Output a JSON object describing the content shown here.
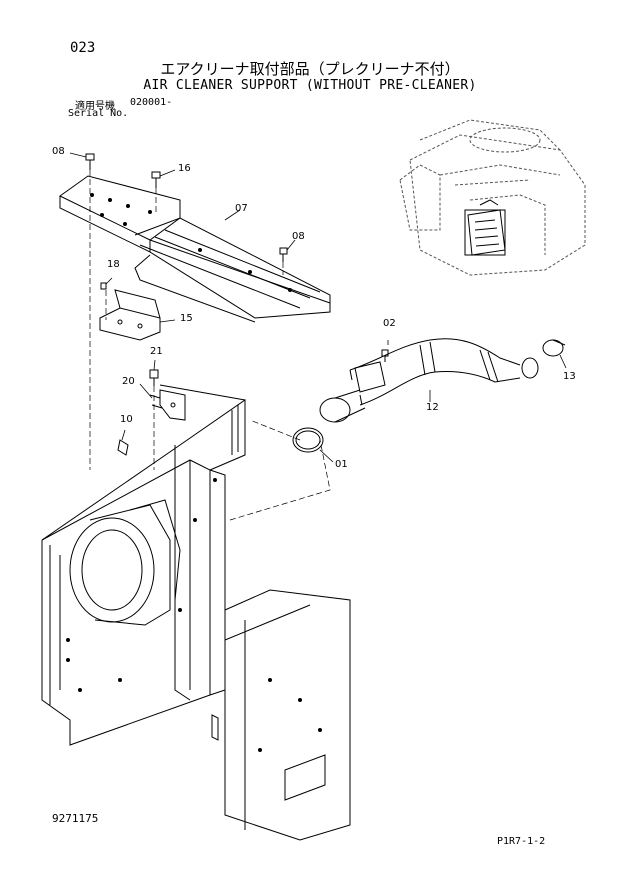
{
  "header": {
    "page_number": "023",
    "title_jp": "エアクリーナ取付部品（プレクリーナ不付）",
    "title_en": "AIR CLEANER SUPPORT (WITHOUT PRE-CLEANER)",
    "serial_label_jp": "適用号機",
    "serial_value": "020001-",
    "serial_label_en": "Serial No."
  },
  "footer": {
    "doc_code": "9271175",
    "page_code": "P1R7-1-2"
  },
  "callouts": {
    "c08a": "08",
    "c16": "16",
    "c07": "07",
    "c08b": "08",
    "c18": "18",
    "c15": "15",
    "c21": "21",
    "c20": "20",
    "c10": "10",
    "c02": "02",
    "c12": "12",
    "c13": "13",
    "c01": "01"
  }
}
